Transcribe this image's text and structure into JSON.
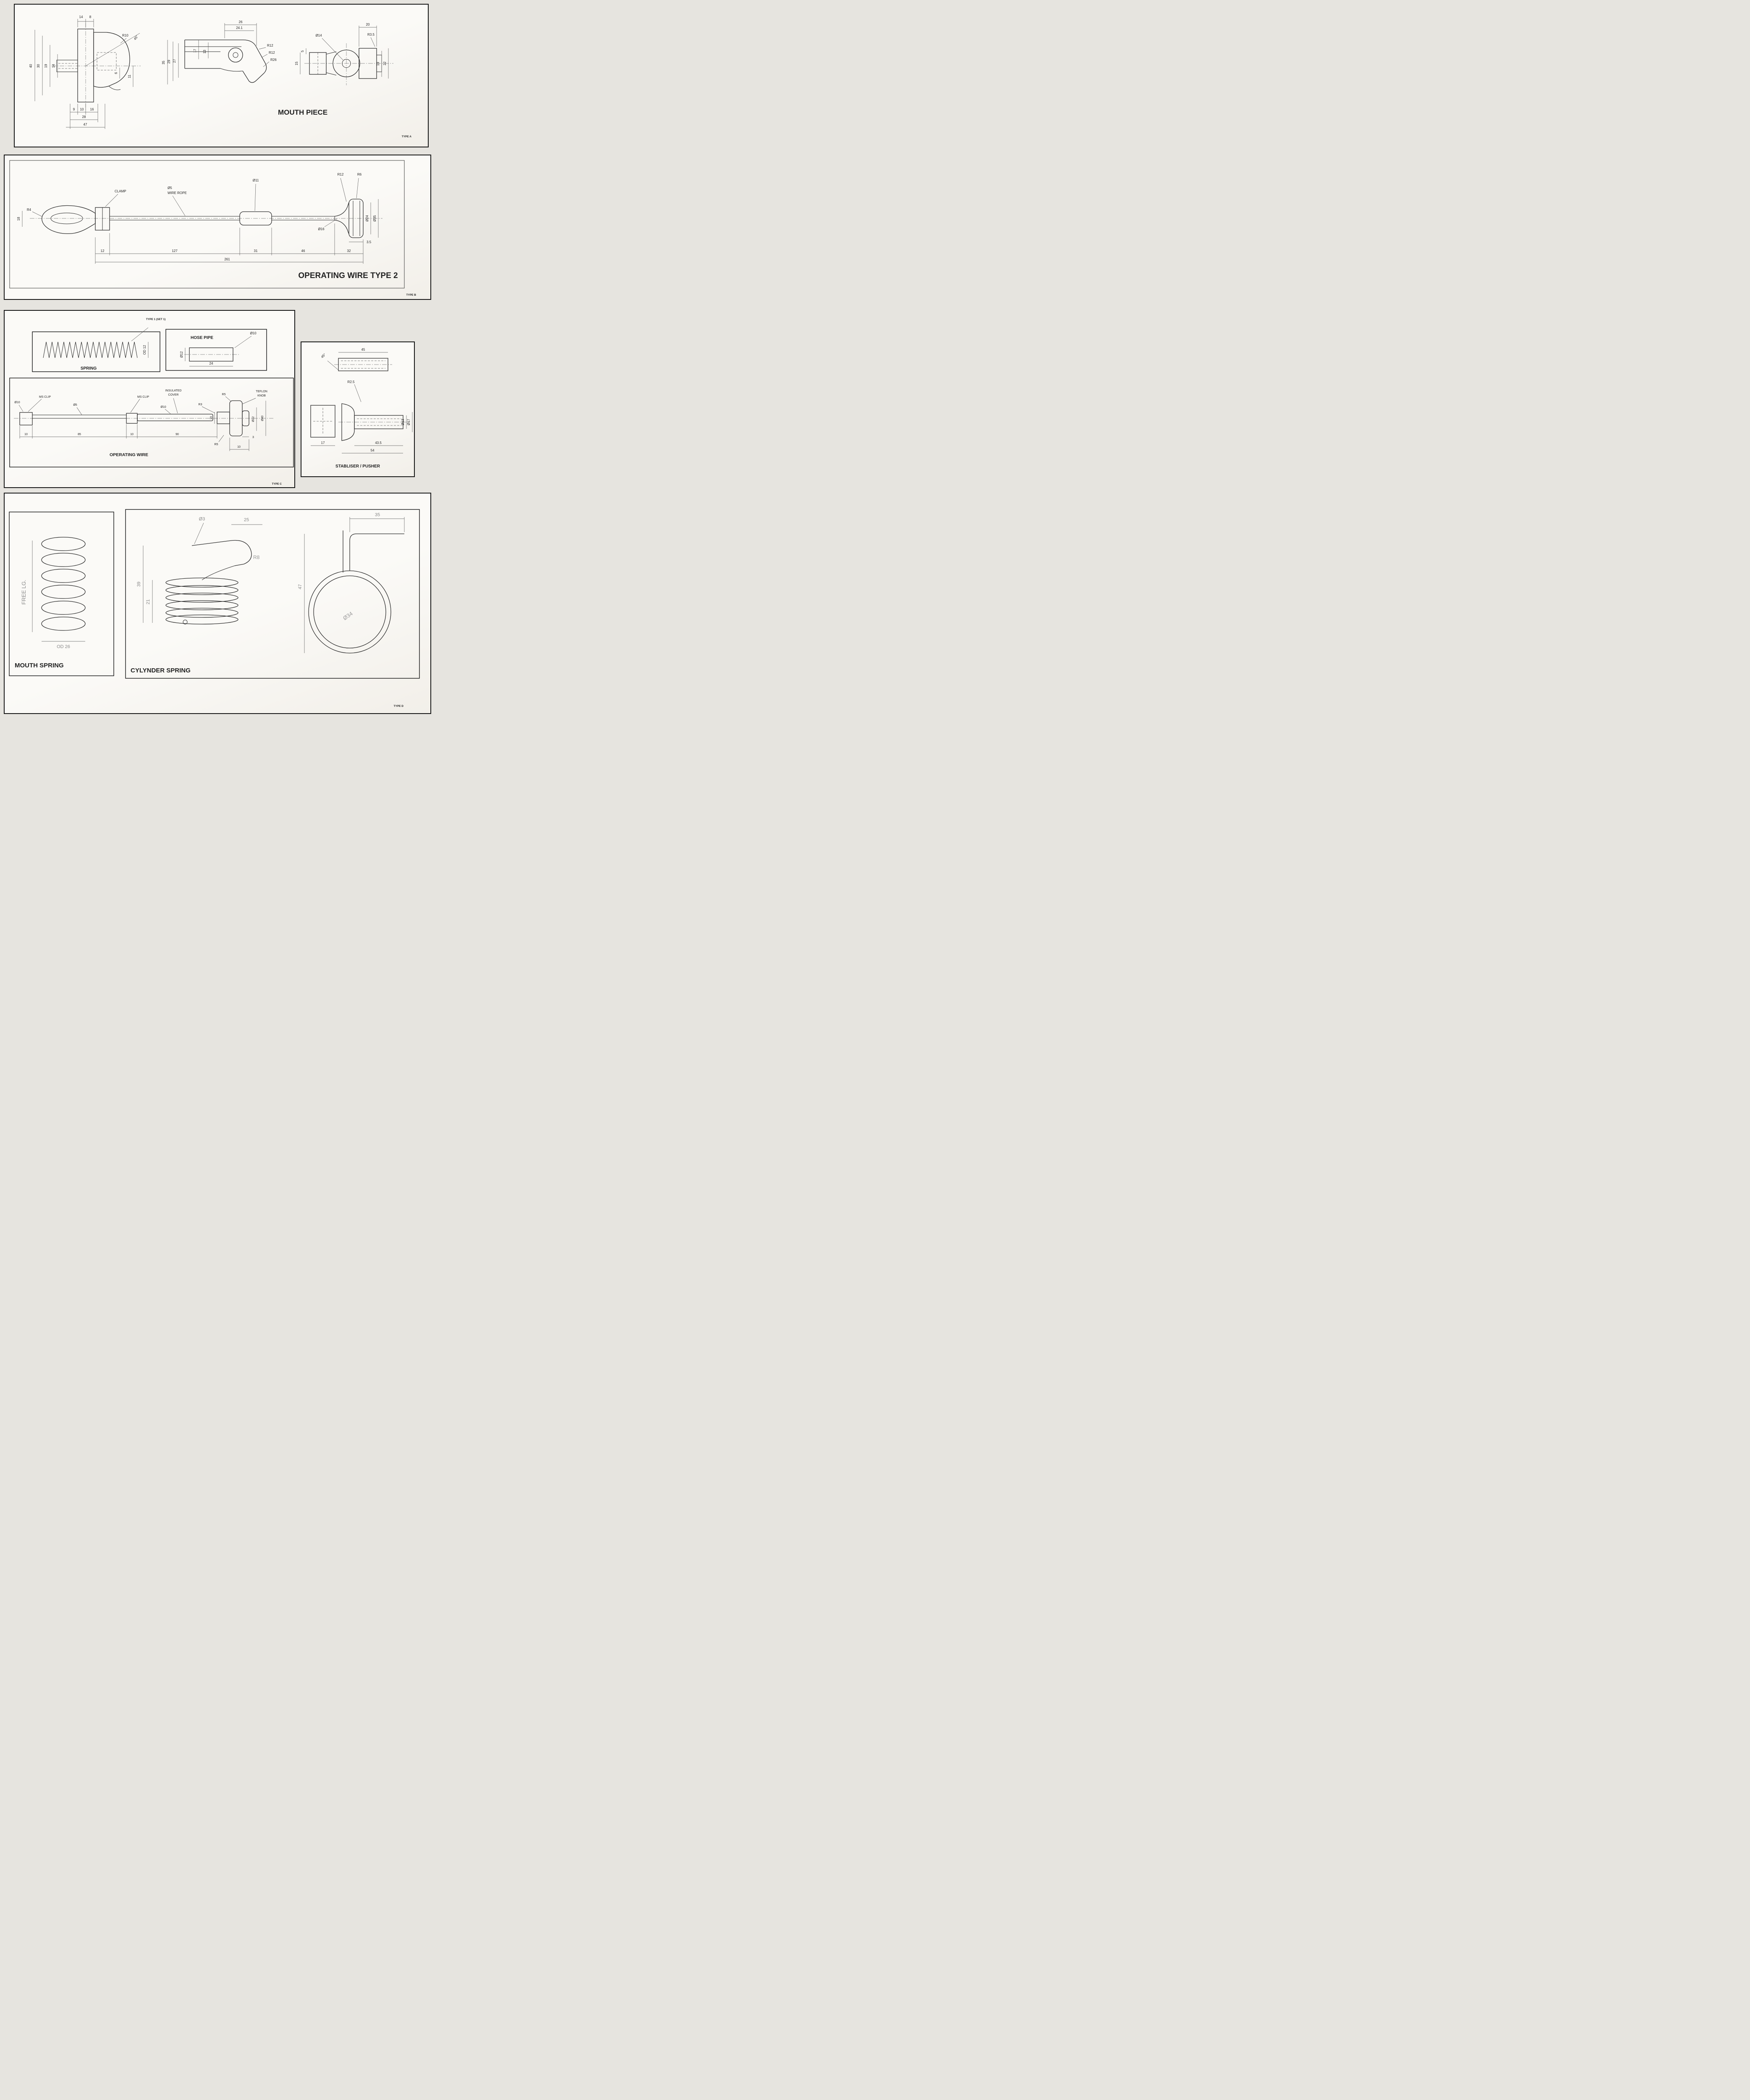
{
  "a": {
    "title": "MOUTH PIECE",
    "tag": "TYPE A",
    "v1": {
      "t14": "14",
      "t8": "8",
      "r10": "R10",
      "a45": "45°",
      "l40": "40",
      "l30": "30",
      "l19": "19",
      "l14": "14",
      "r6": "6",
      "r11": "11",
      "b9": "9",
      "b10": "10",
      "b16": "16",
      "b28": "28",
      "b47": "47"
    },
    "v2": {
      "t26": "26",
      "t241": "24.1",
      "v17": "17",
      "v13": "13",
      "l35": "35",
      "l29": "29",
      "l27": "27",
      "r12a": "R12",
      "r12b": "R12",
      "r26": "R26"
    },
    "v3": {
      "dia14": "Ø14",
      "t20": "20",
      "r35": "R3.5",
      "l5": "5",
      "l15": "15",
      "r19": "19",
      "r22": "22"
    }
  },
  "b": {
    "title": "OPERATING WIRE TYPE 2",
    "tag": "TYPE B",
    "clamp": "CLAMP",
    "dia5": "Ø5",
    "wire_rope": "WIRE ROPE",
    "dia11": "Ø11",
    "r12": "R12",
    "r6": "R6",
    "r4": "R4",
    "v18": "18",
    "dia24": "Ø24",
    "dia35": "Ø35",
    "dia16": "Ø16",
    "n35": "3.5",
    "n12": "12",
    "n127": "127",
    "n31": "31",
    "n46": "46",
    "n32": "32",
    "n261": "261"
  },
  "c": {
    "tag": "TYPE C",
    "set": "TYPE 1 (SET 1)",
    "spring": {
      "title": "SPRING",
      "od12": "OD 12"
    },
    "hose": {
      "title": "HOSE PIPE",
      "dia10": "Ø10",
      "dia12": "Ø12",
      "n24": "24"
    },
    "ow": {
      "title": "OPERATING WIRE",
      "clip1": "MS CLIP",
      "dia10a": "Ø10",
      "dia5": "Ø5",
      "clip2": "MS CLIP",
      "ins1": "INSULATED",
      "ins2": "COVER",
      "dia10b": "Ø10",
      "r3": "R3",
      "r5a": "R5",
      "knob1": "TEFLON",
      "knob2": "KNOB",
      "v19": "19",
      "dia22": "Ø22",
      "dia40": "Ø40",
      "n10a": "10",
      "n85": "85",
      "n10b": "10",
      "n90": "90",
      "r5b": "R5",
      "n3": "3",
      "n10c": "10"
    }
  },
  "s": {
    "title": "STABLISER / PUSHER",
    "a45": "45°",
    "n45": "45",
    "r25": "R2.5",
    "dia13": "Ø13",
    "dia17": "Ø17",
    "n17": "17",
    "n435": "43.5",
    "n54": "54"
  },
  "d": {
    "tag": "TYPE D",
    "mouth": {
      "title": "MOUTH SPRING",
      "free": "FREE LG.",
      "od26": "OD 26"
    },
    "cyl": {
      "title": "CYLYNDER SPRING",
      "dia3": "Ø3",
      "n25": "25",
      "r8": "R8",
      "n39": "39",
      "n21": "21",
      "n47": "47",
      "dia34": "Ø34",
      "n35": "35"
    }
  }
}
